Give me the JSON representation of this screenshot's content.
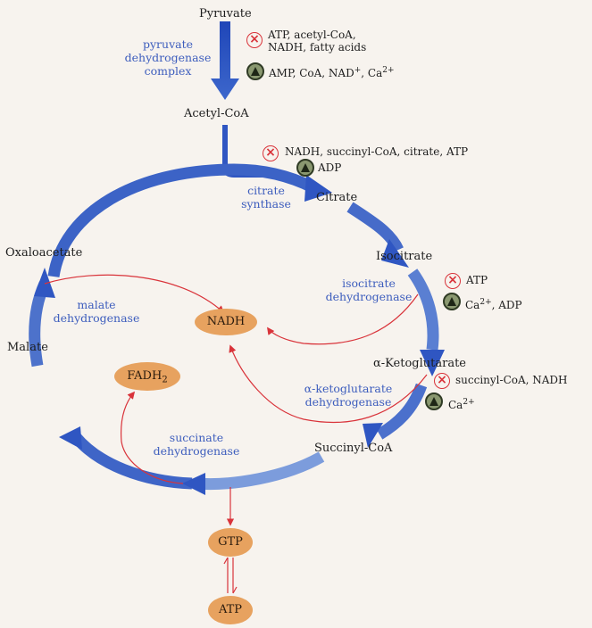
{
  "metabolites": {
    "pyruvate": "Pyruvate",
    "acetyl_coa": "Acetyl-CoA",
    "citrate": "Citrate",
    "isocitrate": "Isocitrate",
    "alpha_ketoglutarate": "α-Ketoglutarate",
    "succinyl_coa": "Succinyl-CoA",
    "malate": "Malate",
    "oxaloacetate": "Oxaloacetate"
  },
  "enzymes": {
    "pdh_line1": "pyruvate",
    "pdh_line2": "dehydrogenase",
    "pdh_line3": "complex",
    "cs_line1": "citrate",
    "cs_line2": "synthase",
    "idh_line1": "isocitrate",
    "idh_line2": "dehydrogenase",
    "akgdh_line1": "α-ketoglutarate",
    "akgdh_line2": "dehydrogenase",
    "sdh_line1": "succinate",
    "sdh_line2": "dehydrogenase",
    "mdh_line1": "malate",
    "mdh_line2": "dehydrogenase"
  },
  "regulators": {
    "pdh_inhibitors_line1": "ATP, acetyl-CoA,",
    "pdh_inhibitors_line2": "NADH, fatty acids",
    "pdh_activators_pre": "AMP, CoA, NAD",
    "pdh_activators_sup": "+",
    "pdh_activators_post": ", Ca",
    "pdh_activators_sup2": "2+",
    "cs_inhibitors": "NADH, succinyl-CoA, citrate, ATP",
    "cs_activators": "ADP",
    "idh_inhibitors": "ATP",
    "idh_activators_pre": "Ca",
    "idh_activators_sup": "2+",
    "idh_activators_post": ", ADP",
    "akgdh_inhibitors": "succinyl-CoA, NADH",
    "akgdh_activators_pre": "Ca",
    "akgdh_activators_sup": "2+"
  },
  "products": {
    "nadh": "NADH",
    "fadh2_pre": "FADH",
    "fadh2_sub": "2",
    "gtp": "GTP",
    "atp": "ATP"
  },
  "symbols": {
    "inhibitor": "inhibitor-icon",
    "activator": "activator-icon"
  },
  "colors": {
    "cycle_arrow": "#3b62c4",
    "product_arrow": "#d9333a",
    "product_node": "#e7a25f",
    "enzyme_text": "#3d5dbd",
    "inhibitor": "#d9333a",
    "activator": "#6b7a52"
  }
}
